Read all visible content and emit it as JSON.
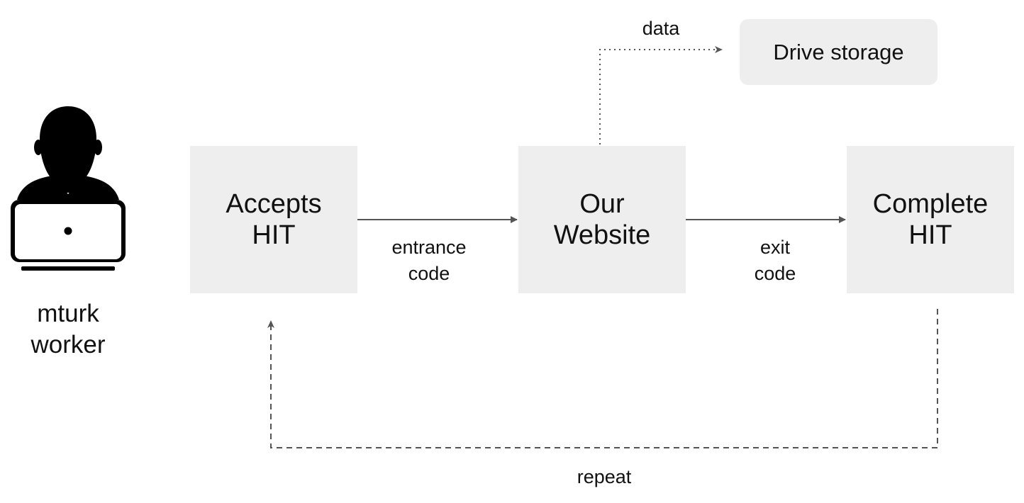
{
  "nodes": {
    "accepts_hit": "Accepts\nHIT",
    "our_website": "Our\nWebsite",
    "complete_hit": "Complete\nHIT",
    "drive_storage": "Drive storage"
  },
  "edges": {
    "entrance_code": "entrance\ncode",
    "exit_code": "exit\ncode",
    "data": "data",
    "repeat": "repeat"
  },
  "actor": {
    "label": "mturk\nworker",
    "icon": "person-at-laptop-icon"
  },
  "colors": {
    "node_fill": "#eeeeee",
    "arrow": "#555555",
    "icon": "#000000"
  }
}
